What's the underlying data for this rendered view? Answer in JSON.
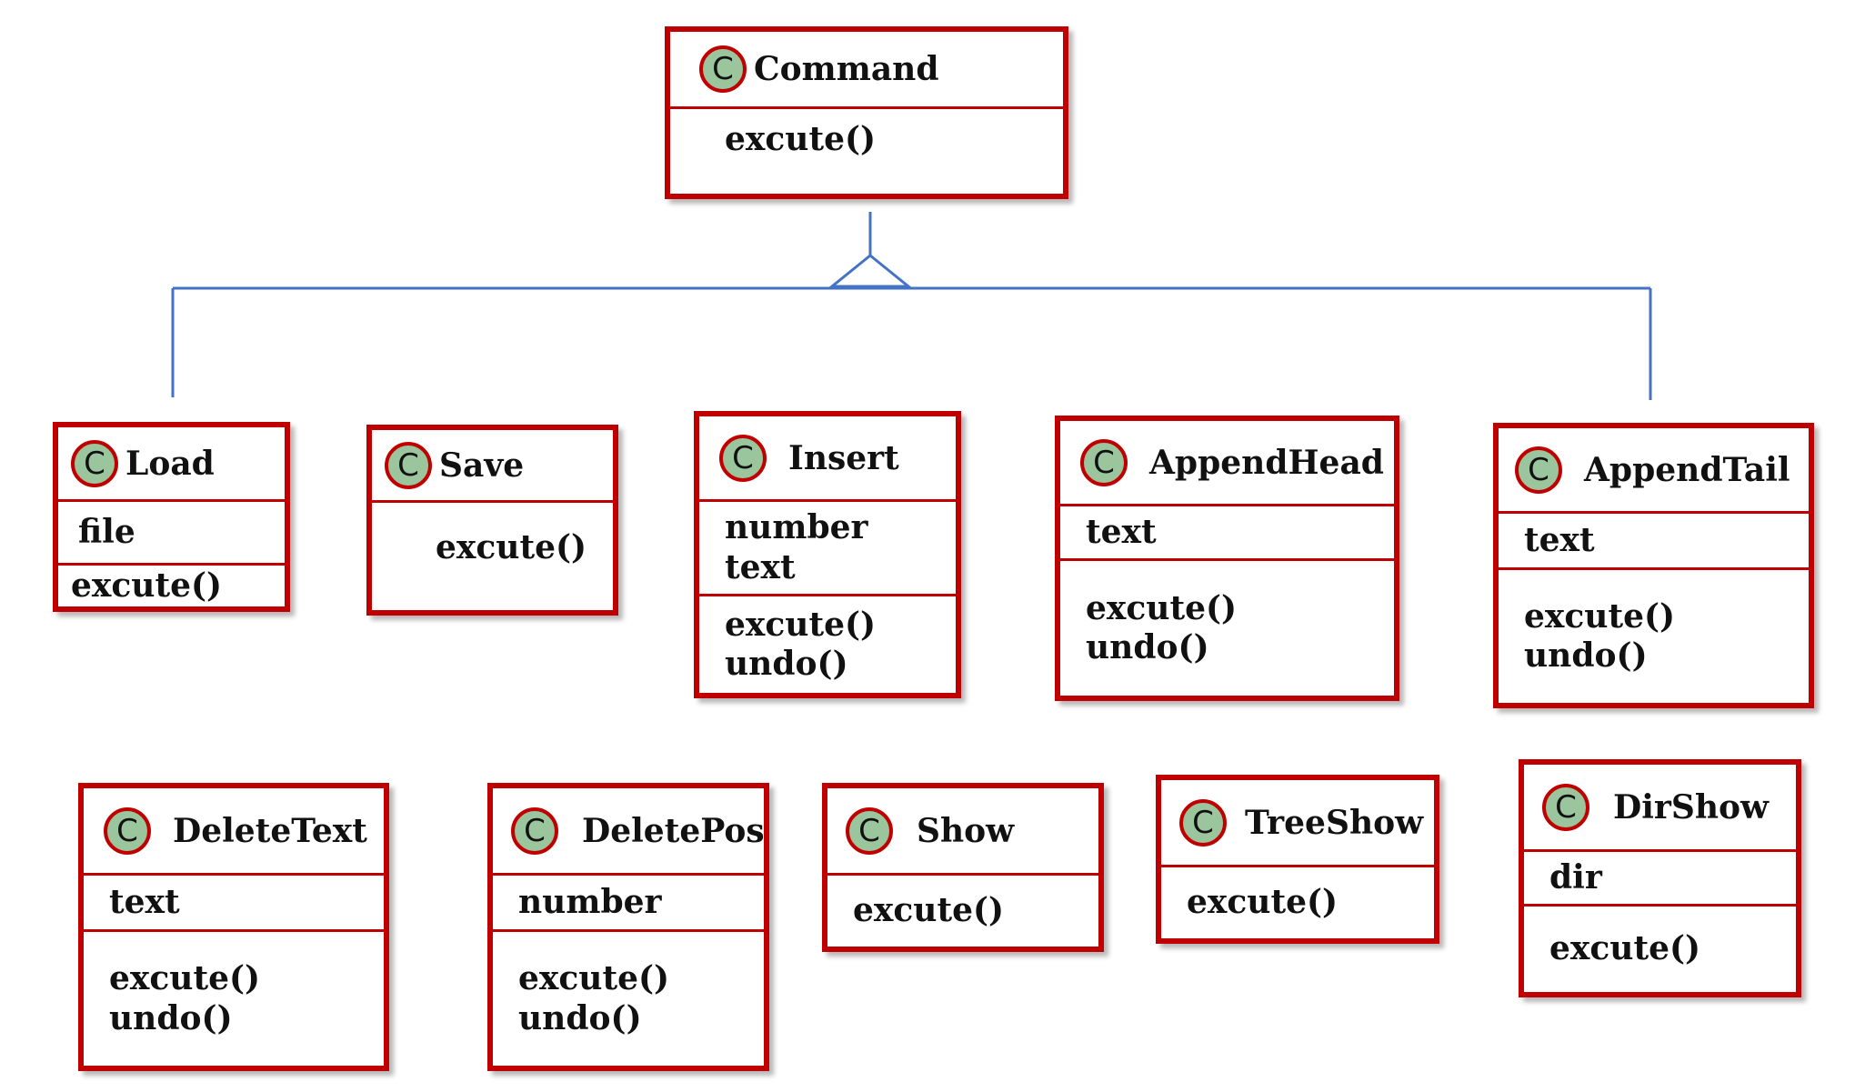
{
  "colors": {
    "border": "#c00000",
    "badge": "#9bc59d",
    "connector": "#4472c4"
  },
  "badge_letter": "C",
  "classes": {
    "command": {
      "name": "Command",
      "attributes": [],
      "methods": [
        "excute()"
      ]
    },
    "load": {
      "name": "Load",
      "attributes": [
        "file"
      ],
      "methods": [
        "excute()"
      ]
    },
    "save": {
      "name": "Save",
      "attributes": [],
      "methods": [
        "excute()"
      ]
    },
    "insert": {
      "name": "Insert",
      "attributes": [
        "number",
        "text"
      ],
      "methods": [
        "excute()",
        "undo()"
      ]
    },
    "append_head": {
      "name": "AppendHead",
      "attributes": [
        "text"
      ],
      "methods": [
        "excute()",
        "undo()"
      ]
    },
    "append_tail": {
      "name": "AppendTail",
      "attributes": [
        "text"
      ],
      "methods": [
        "excute()",
        "undo()"
      ]
    },
    "delete_text": {
      "name": "DeleteText",
      "attributes": [
        "text"
      ],
      "methods": [
        "excute()",
        "undo()"
      ]
    },
    "delete_pos": {
      "name": "DeletePos",
      "attributes": [
        "number"
      ],
      "methods": [
        "excute()",
        "undo()"
      ]
    },
    "show": {
      "name": "Show",
      "attributes": [],
      "methods": [
        "excute()"
      ]
    },
    "tree_show": {
      "name": "TreeShow",
      "attributes": [],
      "methods": [
        "excute()"
      ]
    },
    "dir_show": {
      "name": "DirShow",
      "attributes": [
        "dir"
      ],
      "methods": [
        "excute()"
      ]
    }
  },
  "relationships": [
    {
      "type": "inheritance",
      "parent": "command",
      "children": [
        "load",
        "append_tail"
      ]
    }
  ]
}
